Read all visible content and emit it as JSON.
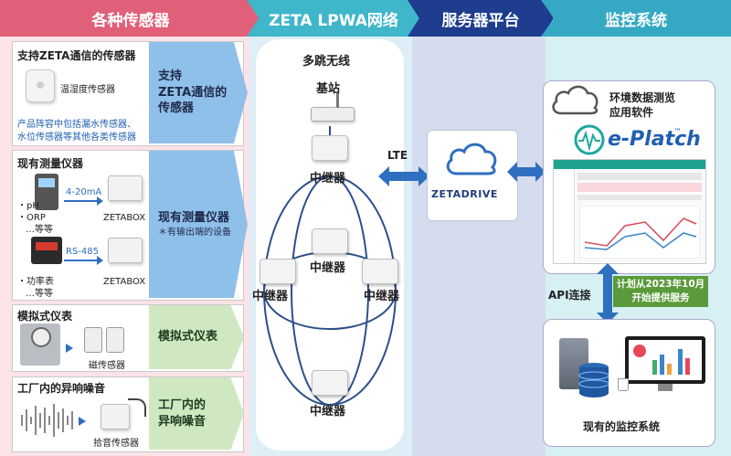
{
  "headers": [
    "各种传感器",
    "ZETA LPWA网络",
    "服务器平台",
    "监控系统"
  ],
  "sensors": {
    "zeta": {
      "title": "支持ZETA通信的传感器",
      "device_label": "温湿度传感器",
      "note_line1": "产品阵容中包括漏水传感器、",
      "note_line2": "水位传感器等其他各类传感器",
      "arrow_line1": "支持",
      "arrow_line2": "ZETA通信的",
      "arrow_line3": "传感器"
    },
    "instruments": {
      "title": "现有测量仪器",
      "items1": [
        "・pH",
        "・ORP",
        "…等等"
      ],
      "signal1": "4-20mA",
      "box1": "ZETABOX",
      "signal2": "RS-485",
      "box2": "ZETABOX",
      "items2": [
        "・功率表",
        "…等等"
      ],
      "arrow_line1": "现有测量仪器",
      "arrow_line2": "＊有输出端的设备"
    },
    "analog": {
      "title": "模拟式仪表",
      "device_label": "磁传感器",
      "arrow_label": "模拟式仪表"
    },
    "noise": {
      "title": "工厂内的异响噪音",
      "device_label": "拾音传感器",
      "arrow_line1": "工厂内的",
      "arrow_line2": "异响噪音"
    }
  },
  "network": {
    "multihop": "多跳无线",
    "base_station": "基站",
    "relay_label": "中继器",
    "lte": "LTE"
  },
  "server": {
    "brand": "ZETADRIVE"
  },
  "monitor": {
    "app_line1": "环境数据测览",
    "app_line2": "应用软件",
    "brand": "e-Platch",
    "brand_tm": "™",
    "api_label": "API连接",
    "plan_line1": "计划从2023年10月",
    "plan_line2": "开始提供服务",
    "existing": "现有的监控系统"
  },
  "colors": {
    "header_pink": "#e0607a",
    "header_teal": "#3fb6c9",
    "header_navy": "#1e3d8f",
    "header_cyan": "#35a9c4",
    "accent_blue": "#2f6fbf",
    "green_badge": "#5a9a3a"
  }
}
